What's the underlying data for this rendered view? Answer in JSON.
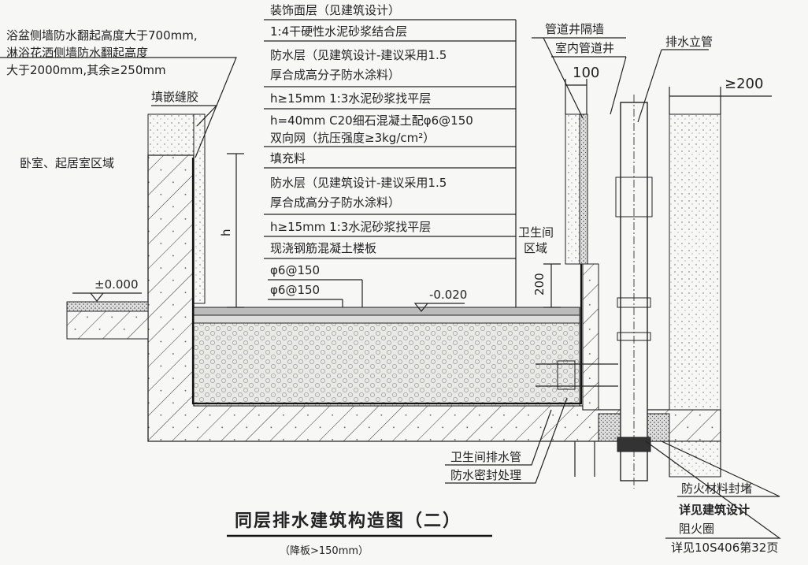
{
  "layers": [
    "装饰面层（见建筑设计）",
    "1:4干硬性水泥砂浆结合层",
    "防水层（见建筑设计-建议采用1.5",
    "厚合成高分子防水涂料）",
    "h≥15mm 1:3水泥砂浆找平层",
    "h=40mm C20细石混凝土配φ6@150",
    "双向网（抗压强度≥3kg/cm²）",
    "填充料",
    "防水层（见建筑设计-建议采用1.5",
    "厚合成高分子防水涂料）",
    "h≥15mm 1:3水泥砂浆找平层",
    "现浇钢筋混凝土楼板",
    "φ6@150",
    "φ6@150"
  ],
  "notes": {
    "upturn_line1": "浴盆侧墙防水翻起高度大于700mm,",
    "upturn_line2": "淋浴花洒侧墙防水翻起高度",
    "upturn_line3": "大于2000mm,其余≥250mm",
    "sealant": "填嵌缝胶",
    "bedroom": "卧室、起居室区域",
    "elev_zero": "±0.000",
    "elev_floor": "-0.020",
    "h": "h",
    "dim_200": "200",
    "bathroom_area_1": "卫生间",
    "bathroom_area_2": "区域",
    "shaft_wall": "管道井隔墙",
    "shaft": "室内管道井",
    "dim_100": "100",
    "stack": "排水立管",
    "dim_ge200": "≥200",
    "drain_pipe": "卫生间排水管",
    "seal": "防水密封处理",
    "fire_seal": "防火材料封堵",
    "see_arch": "详见建筑设计",
    "fire_collar": "阻火圈",
    "see_ref": "详见10S406第32页"
  },
  "title": "同层排水建筑构造图（二）",
  "subtitle": "（降板>150mm）"
}
